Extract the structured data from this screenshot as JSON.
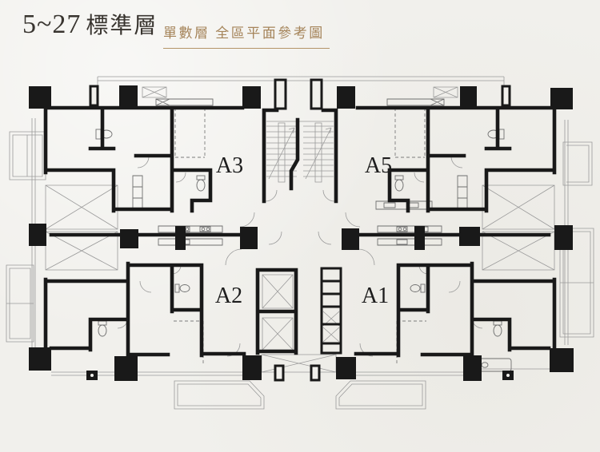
{
  "header": {
    "floors": "5~27",
    "suffix": "標準層",
    "subtitle": "單數層 全區平面參考圖",
    "title_color": "#38342f",
    "accent_color": "#a5845a"
  },
  "plan": {
    "units": [
      {
        "id": "A3",
        "label": "A3"
      },
      {
        "id": "A5",
        "label": "A5"
      },
      {
        "id": "A2",
        "label": "A2"
      },
      {
        "id": "A1",
        "label": "A1"
      }
    ],
    "core": {
      "staircases": 2,
      "elevator_shafts": 2
    },
    "colors": {
      "wall": "#1a1a1a",
      "thin_line": "#9a9a9a",
      "paper": "#f1f0ec"
    }
  }
}
